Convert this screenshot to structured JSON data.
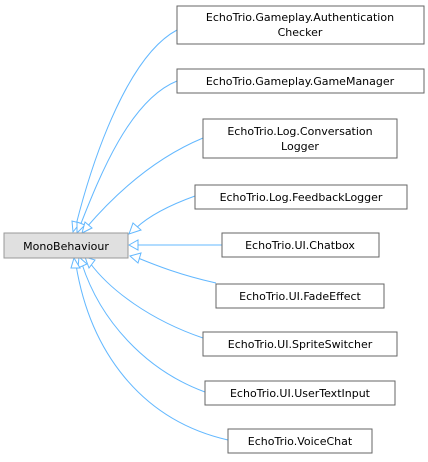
{
  "diagram": {
    "base": {
      "label": "MonoBehaviour"
    },
    "children": [
      {
        "lines": [
          "EchoTrio.Gameplay.Authentication",
          "Checker"
        ]
      },
      {
        "lines": [
          "EchoTrio.Gameplay.GameManager"
        ]
      },
      {
        "lines": [
          "EchoTrio.Log.Conversation",
          "Logger"
        ]
      },
      {
        "lines": [
          "EchoTrio.Log.FeedbackLogger"
        ]
      },
      {
        "lines": [
          "EchoTrio.UI.Chatbox"
        ]
      },
      {
        "lines": [
          "EchoTrio.UI.FadeEffect"
        ]
      },
      {
        "lines": [
          "EchoTrio.UI.SpriteSwitcher"
        ]
      },
      {
        "lines": [
          "EchoTrio.UI.UserTextInput"
        ]
      },
      {
        "lines": [
          "EchoTrio.VoiceChat"
        ]
      }
    ],
    "colors": {
      "edge": "#63b8ff",
      "base_fill": "#e0e0e0",
      "base_border": "#999999",
      "node_border": "#666666"
    }
  }
}
